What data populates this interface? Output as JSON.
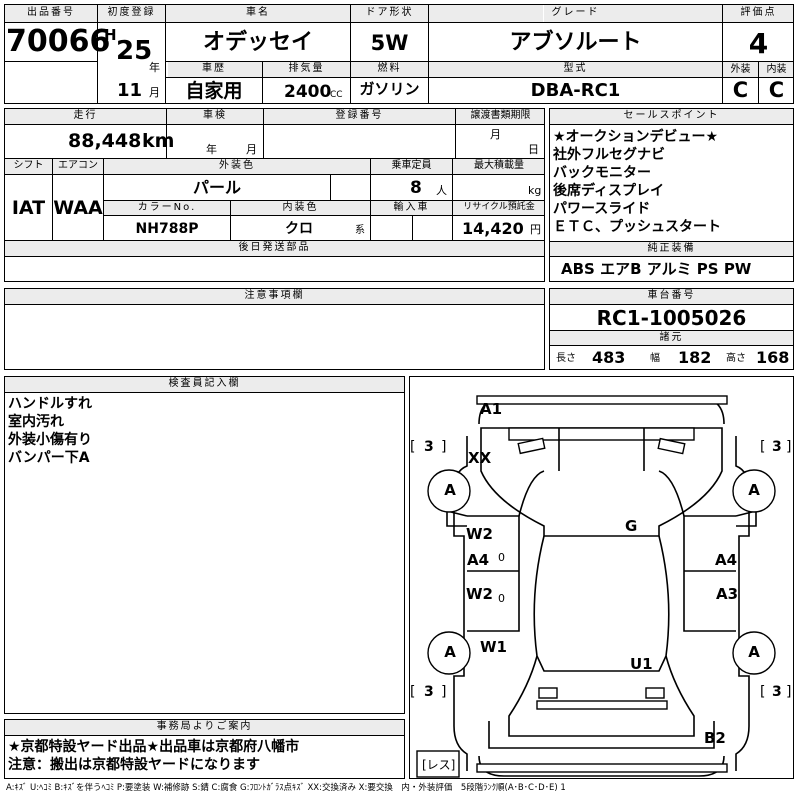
{
  "header": {
    "lot_label": "出品番号",
    "lot": "70066",
    "first_reg_label": "初度登録",
    "era": "H",
    "year_num": "25",
    "year_unit": "年",
    "month_num": "11",
    "month_unit": "月",
    "name_label": "車名",
    "name": "オデッセイ",
    "history_label": "車歴",
    "history": "自家用",
    "disp_label": "排気量",
    "disp": "2400",
    "disp_unit": "CC",
    "door_label": "ドア形状",
    "door": "5W",
    "fuel_label": "燃料",
    "fuel": "ガソリン",
    "grade_label": "グレード",
    "grade": "アブソルート",
    "model_label": "型式",
    "model": "DBA-RC1",
    "score_label": "評価点",
    "score": "4",
    "ext_label": "外装",
    "ext": "C",
    "int_label": "内装",
    "int": "C"
  },
  "row2": {
    "mileage_label": "走行",
    "mileage": "88,448",
    "mileage_unit": "km",
    "inspection_label": "車検",
    "insp_year": "年",
    "insp_month": "月",
    "regno_label": "登録番号",
    "transfer_label": "譲渡書類期限",
    "tr_month": "月",
    "tr_day": "日",
    "shift_label": "シフト",
    "shift": "IAT",
    "ac_label": "エアコン",
    "ac": "WAA",
    "color_label": "外装色",
    "color": "パール",
    "capacity_label": "乗車定員",
    "capacity": "8",
    "capacity_unit": "人",
    "load_label": "最大積載量",
    "load_unit": "kg",
    "colorno_label": "カラーNo.",
    "colorno": "NH788P",
    "intcolor_label": "内装色",
    "intcolor": "クロ",
    "intcolor_unit": "系",
    "import_label": "輸入車",
    "recycle_label": "リサイクル預託金",
    "recycle": "14,420",
    "recycle_unit": "円",
    "later_label": "後日発送部品"
  },
  "sales": {
    "label": "セールスポイント",
    "points": [
      "★オークションデビュー★",
      "社外フルセグナビ",
      "バックモニター",
      "後席ディスプレイ",
      "パワースライド",
      "ＥＴＣ、プッシュスタート"
    ]
  },
  "equip": {
    "label": "純正装備",
    "value": "ABS エアB アルミ PS PW"
  },
  "caution": {
    "label": "注意事項欄"
  },
  "chassis": {
    "label": "車台番号",
    "value": "RC1-1005026",
    "specs_label": "諸元",
    "len_label": "長さ",
    "len": "483",
    "wid_label": "幅",
    "wid": "182",
    "hei_label": "高さ",
    "hei": "168"
  },
  "inspector": {
    "label": "検査員記入欄",
    "notes": [
      "ハンドルすれ",
      "室内汚れ",
      "外装小傷有り",
      "バンパー下A"
    ]
  },
  "diagram": {
    "marks": [
      "A1",
      "XX",
      "G",
      "W2",
      "A4",
      "W2",
      "W1",
      "U1",
      "A4",
      "A3",
      "B2"
    ],
    "tires": [
      "A",
      "A",
      "A",
      "A"
    ],
    "tire_tread": [
      "3",
      "3",
      "3",
      "3"
    ],
    "small_zero": [
      "0",
      "0"
    ],
    "bracket_l": "[",
    "bracket_r": "]",
    "spare": "[レス]"
  },
  "office": {
    "label": "事務局よりご案内",
    "lines": [
      "★京都特設ヤード出品★出品車は京都府八幡市",
      "注意：搬出は京都特設ヤードになります"
    ]
  },
  "legend": "A:ｷｽﾞ U:ﾍｺﾐ B:ｷｽﾞを伴うﾍｺﾐ P:要塗装 W:補修跡 S:錆 C:腐食 G:ﾌﾛﾝﾄｶﾞﾗｽ点ｷｽﾞ XX:交換済み X:要交換　内・外装評価　5段階ﾗﾝｸ順(A･B･C･D･E) 1"
}
